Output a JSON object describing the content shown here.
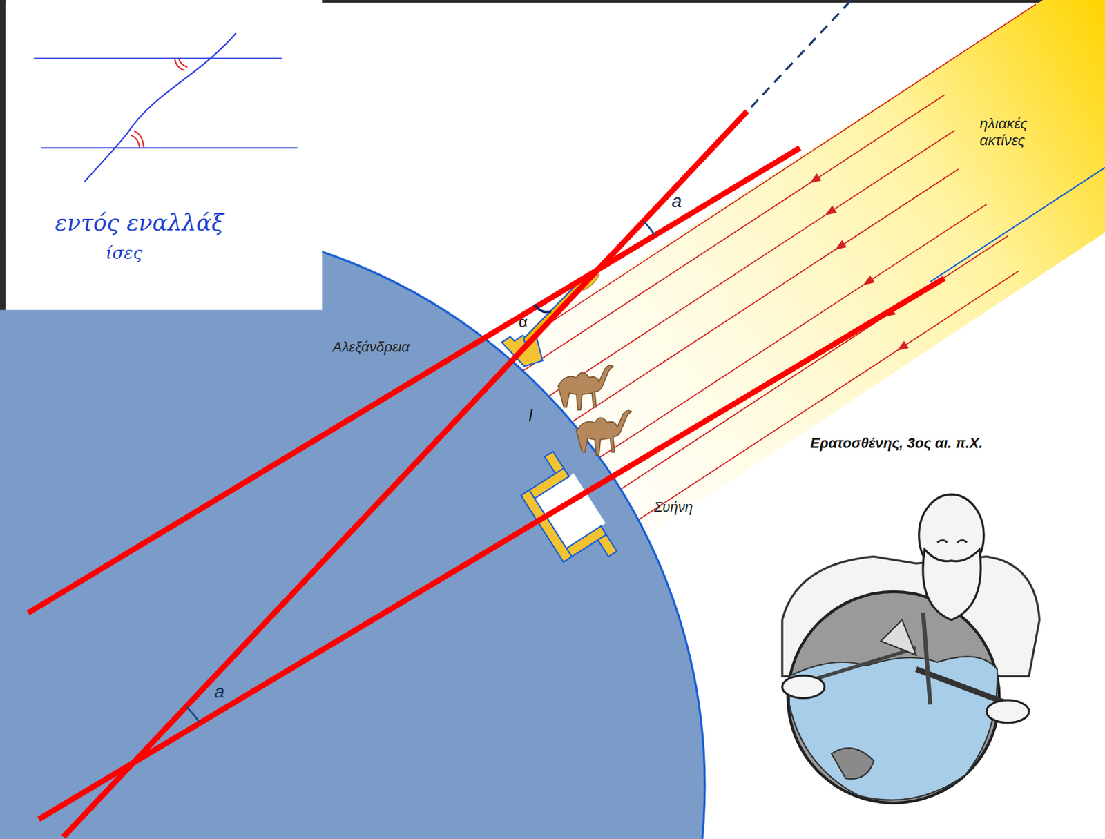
{
  "diagram": {
    "labels": [
      "εντός εναλλάξ",
      "ίσες",
      "ηλιακές ακτίνες",
      "a",
      "α",
      "Αλεξάνδρεια",
      "l",
      "Συήνη",
      "Ερατοσθένης, 3ος αι. π.Χ.",
      "a"
    ]
  }
}
